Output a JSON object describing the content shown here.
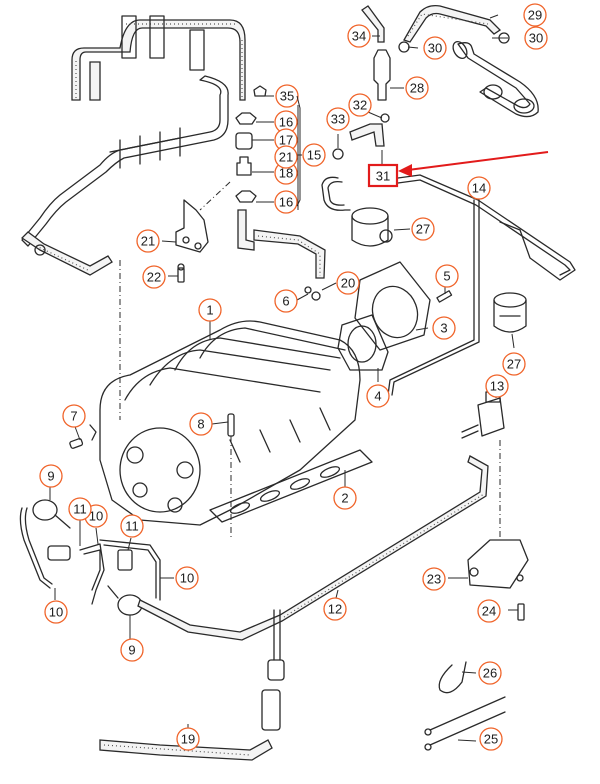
{
  "diagram": {
    "type": "exploded-parts-diagram",
    "subject": "Intake manifold and vacuum hose assembly",
    "accent_colors": {
      "callout_circle": "#f0642a",
      "highlight": "#e21b1b"
    },
    "highlighted_part": "31",
    "callouts": [
      {
        "id": "c1",
        "number": "1"
      },
      {
        "id": "c2",
        "number": "2"
      },
      {
        "id": "c3",
        "number": "3"
      },
      {
        "id": "c4",
        "number": "4"
      },
      {
        "id": "c5",
        "number": "5"
      },
      {
        "id": "c6",
        "number": "6"
      },
      {
        "id": "c7",
        "number": "7"
      },
      {
        "id": "c8",
        "number": "8"
      },
      {
        "id": "c9a",
        "number": "9"
      },
      {
        "id": "c9b",
        "number": "9"
      },
      {
        "id": "c10a",
        "number": "10"
      },
      {
        "id": "c10b",
        "number": "10"
      },
      {
        "id": "c10c",
        "number": "10"
      },
      {
        "id": "c11a",
        "number": "11"
      },
      {
        "id": "c11b",
        "number": "11"
      },
      {
        "id": "c12",
        "number": "12"
      },
      {
        "id": "c13",
        "number": "13"
      },
      {
        "id": "c14",
        "number": "14"
      },
      {
        "id": "c15",
        "number": "15"
      },
      {
        "id": "c16a",
        "number": "16"
      },
      {
        "id": "c16b",
        "number": "16"
      },
      {
        "id": "c17",
        "number": "17"
      },
      {
        "id": "c18",
        "number": "18"
      },
      {
        "id": "c19",
        "number": "19"
      },
      {
        "id": "c20",
        "number": "20"
      },
      {
        "id": "c21a",
        "number": "21"
      },
      {
        "id": "c21b",
        "number": "21"
      },
      {
        "id": "c22",
        "number": "22"
      },
      {
        "id": "c23",
        "number": "23"
      },
      {
        "id": "c24",
        "number": "24"
      },
      {
        "id": "c25",
        "number": "25"
      },
      {
        "id": "c26",
        "number": "26"
      },
      {
        "id": "c27a",
        "number": "27"
      },
      {
        "id": "c27b",
        "number": "27"
      },
      {
        "id": "c28",
        "number": "28"
      },
      {
        "id": "c29",
        "number": "29"
      },
      {
        "id": "c30a",
        "number": "30"
      },
      {
        "id": "c30b",
        "number": "30"
      },
      {
        "id": "c32",
        "number": "32"
      },
      {
        "id": "c33",
        "number": "33"
      },
      {
        "id": "c34",
        "number": "34"
      },
      {
        "id": "c35",
        "number": "35"
      }
    ],
    "highlight_label": "31"
  }
}
